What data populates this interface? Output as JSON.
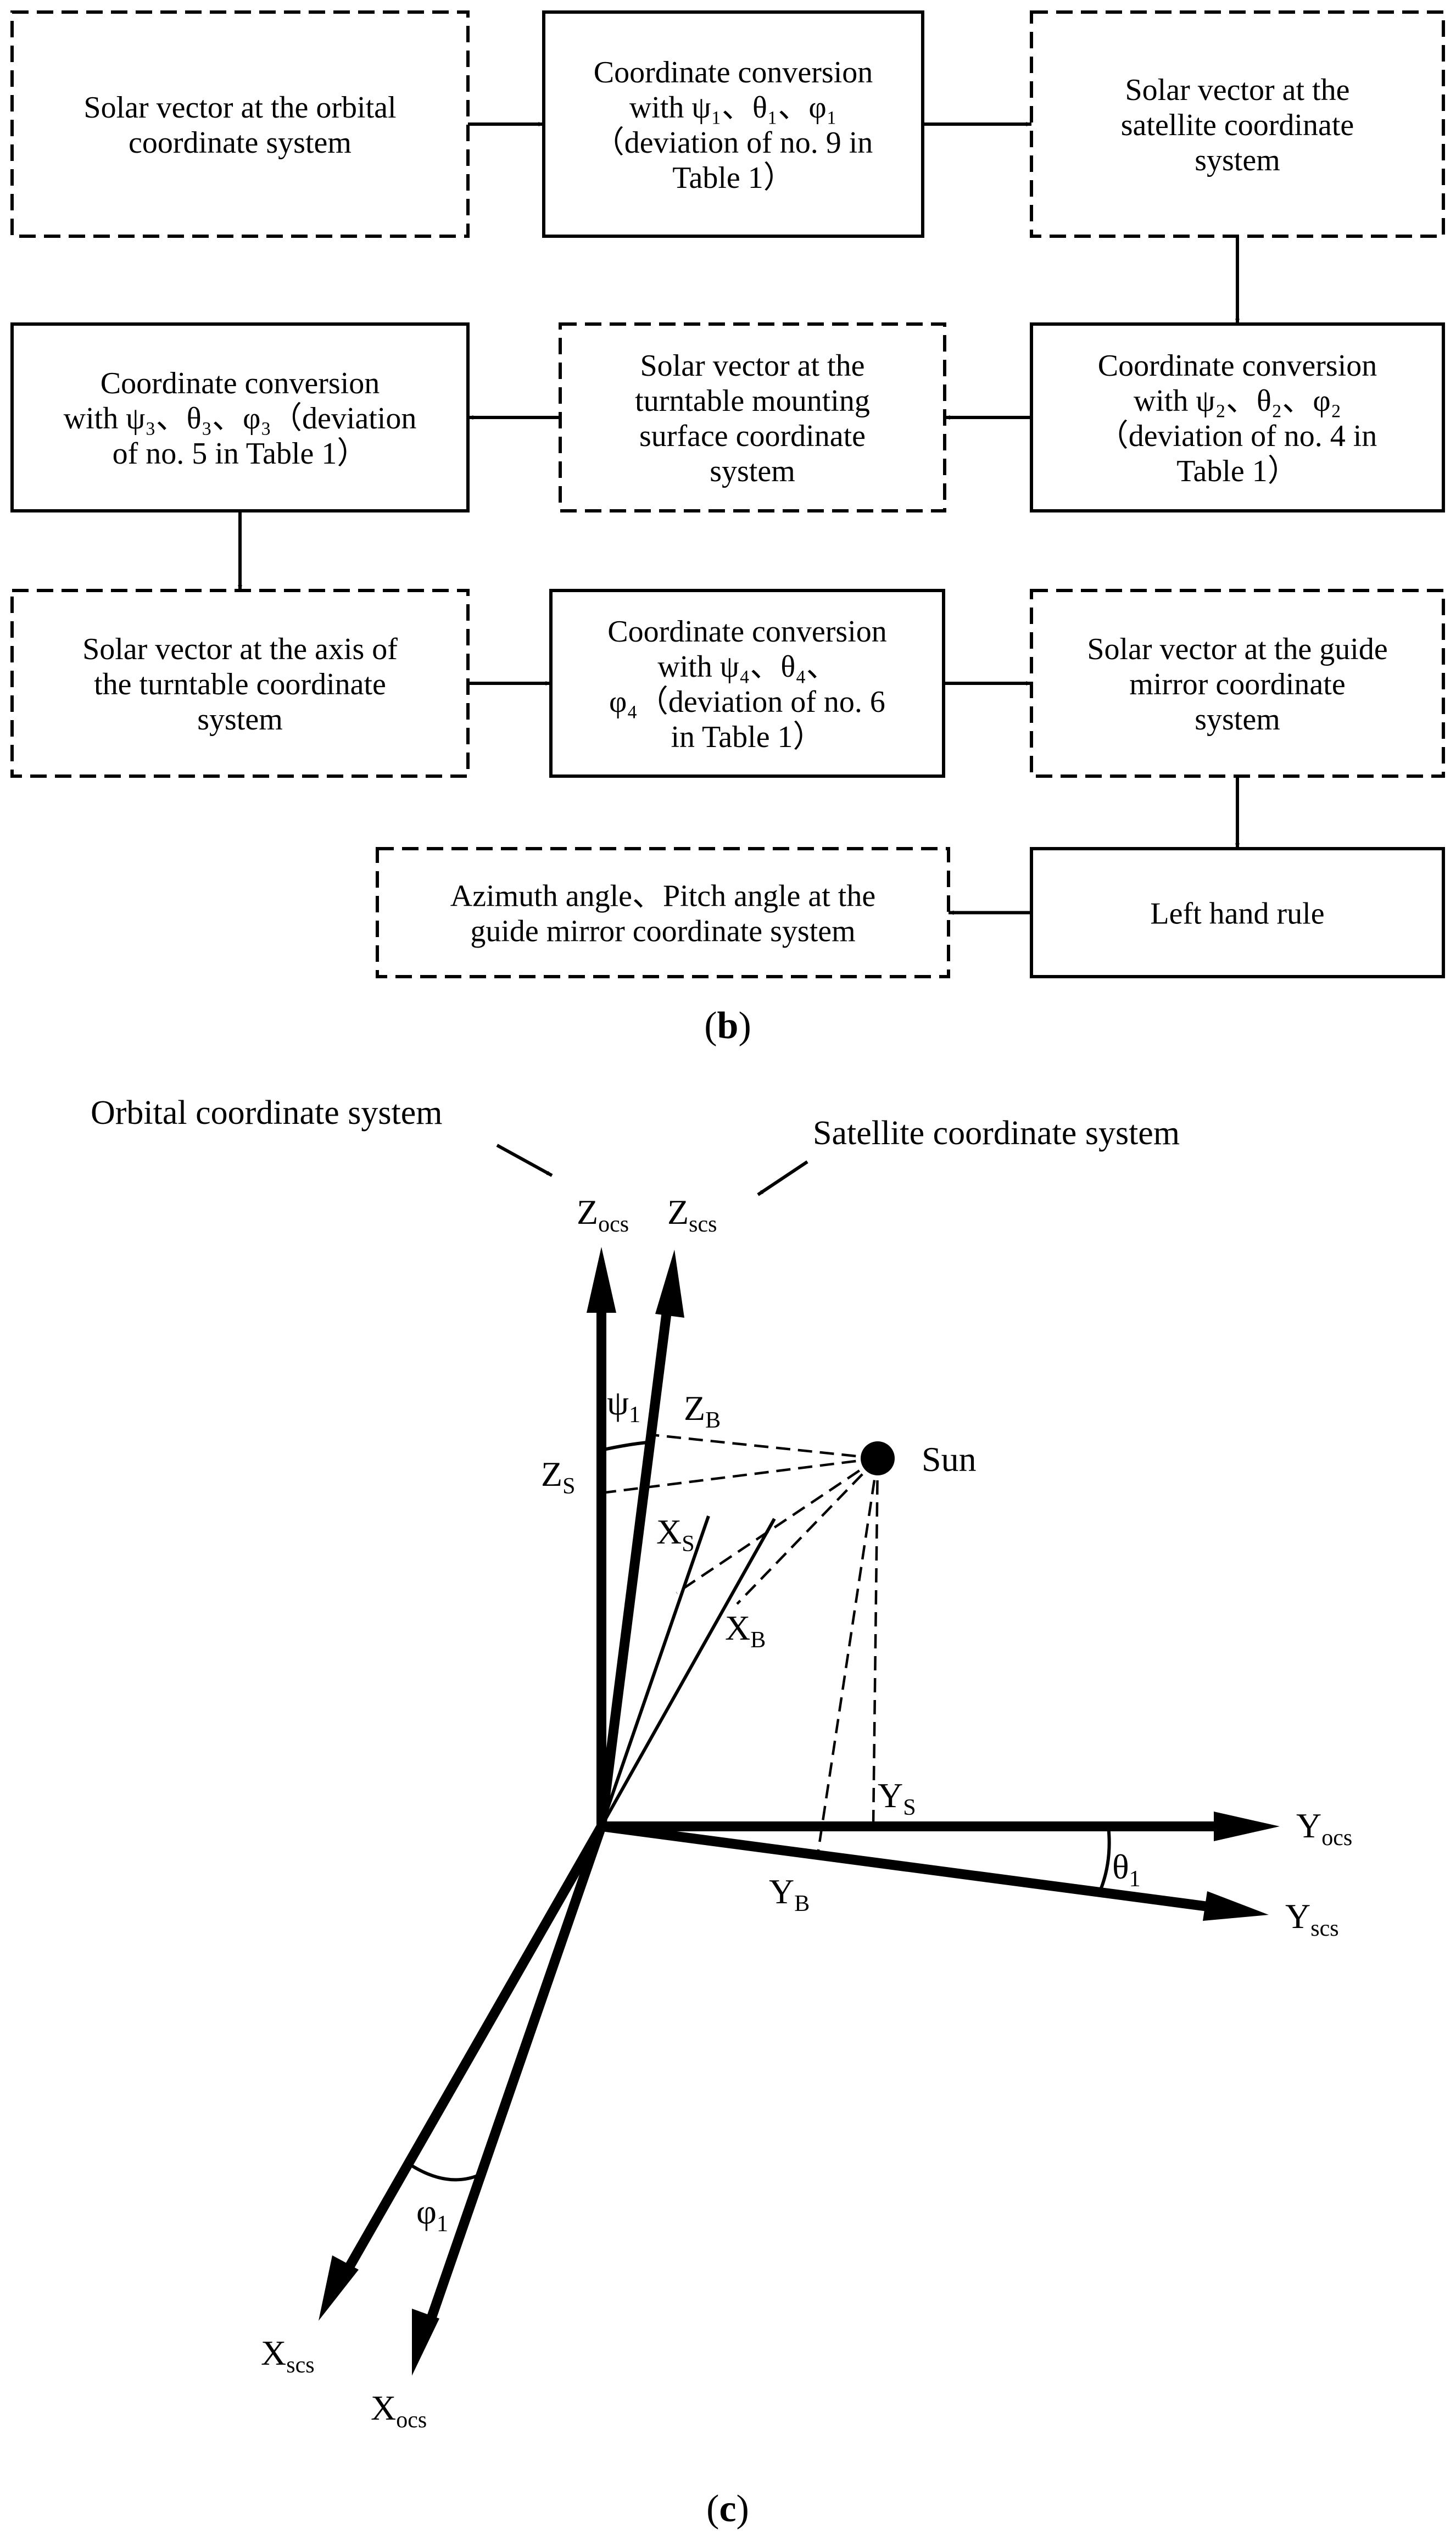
{
  "flowchart": {
    "caption": "b",
    "boxes": [
      {
        "id": "b1",
        "style": "dashed",
        "lines": [
          "Solar vector at the orbital",
          "coordinate system"
        ]
      },
      {
        "id": "b2",
        "style": "solid",
        "lines": [
          "Coordinate conversion",
          "with ψ₁、θ₁、φ₁",
          "（deviation of  no. 9 in",
          "Table 1）"
        ]
      },
      {
        "id": "b3",
        "style": "dashed",
        "lines": [
          "Solar vector at the",
          "satellite coordinate",
          "system"
        ]
      },
      {
        "id": "b4",
        "style": "solid",
        "lines": [
          "Coordinate conversion",
          "with ψ₂、θ₂、φ₂",
          "（deviation of  no. 4 in",
          "Table 1）"
        ]
      },
      {
        "id": "b5",
        "style": "dashed",
        "lines": [
          "Solar vector at the",
          "turntable mounting",
          "surface coordinate",
          "system"
        ]
      },
      {
        "id": "b6",
        "style": "solid",
        "lines": [
          "Coordinate conversion",
          "with ψ₃、θ₃、φ₃（deviation",
          "of  no. 5 in Table 1）"
        ]
      },
      {
        "id": "b7",
        "style": "dashed",
        "lines": [
          "Solar vector at the axis of",
          "the turntable coordinate",
          "system"
        ]
      },
      {
        "id": "b8",
        "style": "solid",
        "lines": [
          "Coordinate conversion",
          "with ψ₄、θ₄、",
          "φ₄（deviation of  no. 6",
          "in Table 1）"
        ]
      },
      {
        "id": "b9",
        "style": "dashed",
        "lines": [
          "Solar vector at the guide",
          "mirror coordinate",
          "system"
        ]
      },
      {
        "id": "b10",
        "style": "solid",
        "lines": [
          "Left hand rule"
        ]
      },
      {
        "id": "b11",
        "style": "dashed",
        "lines": [
          "Azimuth angle、Pitch angle  at the",
          "guide mirror coordinate system"
        ]
      }
    ],
    "edges": [
      [
        "b1",
        "b2"
      ],
      [
        "b2",
        "b3"
      ],
      [
        "b3",
        "b4"
      ],
      [
        "b4",
        "b5"
      ],
      [
        "b5",
        "b6"
      ],
      [
        "b6",
        "b7"
      ],
      [
        "b7",
        "b8"
      ],
      [
        "b8",
        "b9"
      ],
      [
        "b9",
        "b10"
      ],
      [
        "b10",
        "b11"
      ]
    ]
  },
  "geometry_diagram": {
    "caption": "c",
    "notes": {
      "orbital": "Orbital coordinate system",
      "satellite": "Satellite coordinate system"
    },
    "sun_label": "Sun",
    "axis_labels": {
      "z_ocs": {
        "base": "Z",
        "sub": "ocs"
      },
      "z_scs": {
        "base": "Z",
        "sub": "scs"
      },
      "y_ocs": {
        "base": "Y",
        "sub": "ocs"
      },
      "y_scs": {
        "base": "Y",
        "sub": "scs"
      },
      "x_ocs": {
        "base": "X",
        "sub": "ocs"
      },
      "x_scs": {
        "base": "X",
        "sub": "scs"
      }
    },
    "projection_labels": {
      "z_b": {
        "base": "Z",
        "sub": "B"
      },
      "z_s": {
        "base": "Z",
        "sub": "S"
      },
      "x_s": {
        "base": "X",
        "sub": "S"
      },
      "x_b": {
        "base": "X",
        "sub": "B"
      },
      "y_s": {
        "base": "Y",
        "sub": "S"
      },
      "y_b": {
        "base": "Y",
        "sub": "B"
      }
    },
    "angle_labels": {
      "psi1": {
        "base": "ψ",
        "sub": "1"
      },
      "theta1": {
        "base": "θ",
        "sub": "1"
      },
      "phi1": {
        "base": "φ",
        "sub": "1"
      }
    }
  }
}
